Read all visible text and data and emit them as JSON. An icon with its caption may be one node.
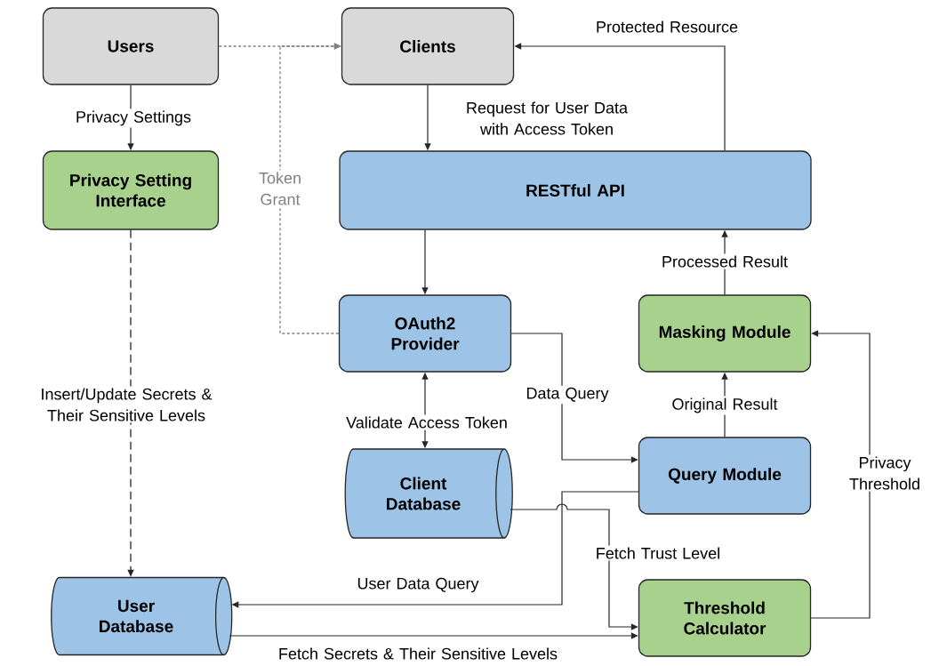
{
  "diagram": {
    "nodes": [
      {
        "text": [
          "Users"
        ]
      },
      {
        "text": [
          "Clients"
        ]
      },
      {
        "text": [
          "Privacy Setting Interface"
        ]
      },
      {
        "text": [
          "RESTful API"
        ]
      },
      {
        "text": [
          "OAuth2 Provider"
        ]
      },
      {
        "text": [
          "Masking Module"
        ]
      },
      {
        "text": [
          "Client Database"
        ]
      },
      {
        "text": [
          "Query Module"
        ]
      },
      {
        "text": [
          "User Database"
        ]
      },
      {
        "text": [
          "Threshold Calculator"
        ]
      }
    ],
    "edges": [
      {
        "from": 0,
        "to": 1,
        "arrow": "to",
        "style": "dashed",
        "color": "#808080"
      },
      {
        "from": 4,
        "to": 1,
        "arrow": "to",
        "label": "Token Grant",
        "style": "dashed",
        "color": "#808080"
      },
      {
        "from": 0,
        "to": 2,
        "arrow": "to",
        "label": "Privacy Settings"
      },
      {
        "from": 1,
        "to": 3,
        "arrow": "to",
        "label": "Request for User Data with Access Token"
      },
      {
        "from": 3,
        "to": 1,
        "arrow": "to",
        "label": "Protected Resource"
      },
      {
        "from": 2,
        "to": 8,
        "arrow": "to",
        "label": "Insert/Update Secrets & Their Sensitive Levels",
        "style": "dashed"
      },
      {
        "from": 3,
        "to": 4,
        "arrow": "to"
      },
      {
        "from": 4,
        "to": 6,
        "arrow": "both",
        "label": "Validate Access Token"
      },
      {
        "from": 4,
        "to": 7,
        "arrow": "to",
        "label": "Data Query"
      },
      {
        "from": 6,
        "to": 9,
        "arrow": "to",
        "label": "Fetch Trust Level"
      },
      {
        "from": 7,
        "to": 8,
        "arrow": "to",
        "label": "User Data Query"
      },
      {
        "from": 8,
        "to": 9,
        "arrow": "to",
        "label": "Fetch Secrets & Their Sensitive Levels"
      },
      {
        "from": 7,
        "to": 5,
        "arrow": "to",
        "label": "Original Result"
      },
      {
        "from": 5,
        "to": 3,
        "arrow": "to",
        "label": "Processed Result"
      },
      {
        "from": 9,
        "to": 5,
        "arrow": "to",
        "label": "Privacy Threshold"
      }
    ]
  }
}
